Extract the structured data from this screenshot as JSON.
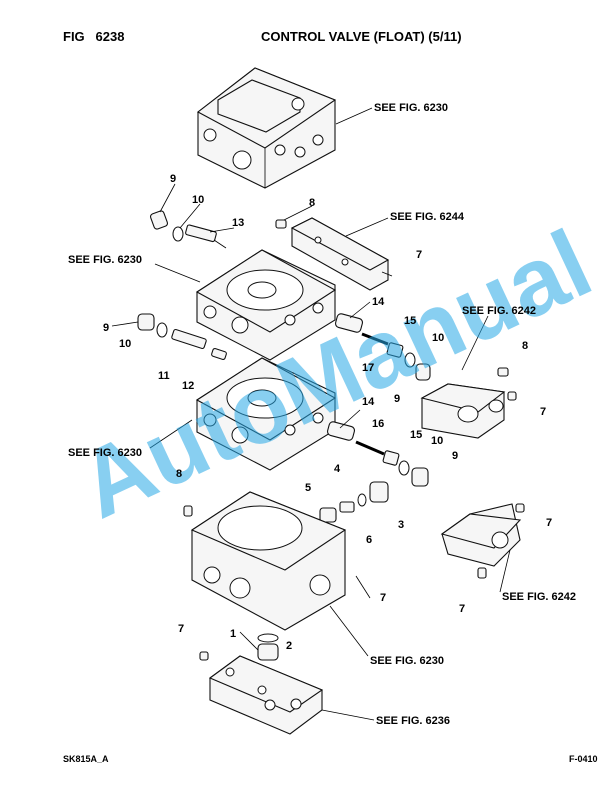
{
  "header": {
    "fig_label": "FIG",
    "fig_number": "6238",
    "title": "CONTROL VALVE (FLOAT) (5/11)"
  },
  "callouts": {
    "see_6230_top": "SEE FIG. 6230",
    "see_6244": "SEE FIG. 6244",
    "see_6230_left1": "SEE FIG. 6230",
    "see_6242_upper": "SEE FIG. 6242",
    "see_6230_left2": "SEE FIG. 6230",
    "see_6242_lower": "SEE FIG. 6242",
    "see_6230_bottom": "SEE FIG. 6230",
    "see_6236": "SEE FIG. 6236"
  },
  "parts": {
    "p9a": "9",
    "p10a": "10",
    "p13": "13",
    "p8a": "8",
    "p7a": "7",
    "p9b": "9",
    "p10b": "10",
    "p11": "11",
    "p12": "12",
    "p14a": "14",
    "p15a": "15",
    "p10c": "10",
    "p17": "17",
    "p9c": "9",
    "p8b": "8",
    "p7b": "7",
    "p14b": "14",
    "p16": "16",
    "p15b": "15",
    "p10d": "10",
    "p9d": "9",
    "p4": "4",
    "p5": "5",
    "p6": "6",
    "p3": "3",
    "p8c": "8",
    "p7c": "7",
    "p7d": "7",
    "p7e": "7",
    "p7f": "7",
    "p1": "1",
    "p2": "2"
  },
  "watermark": "AutoManual",
  "footer": {
    "left": "SK815A_A",
    "right": "F-0410"
  },
  "colors": {
    "watermark": "#27a8e6",
    "ink": "#000000"
  }
}
